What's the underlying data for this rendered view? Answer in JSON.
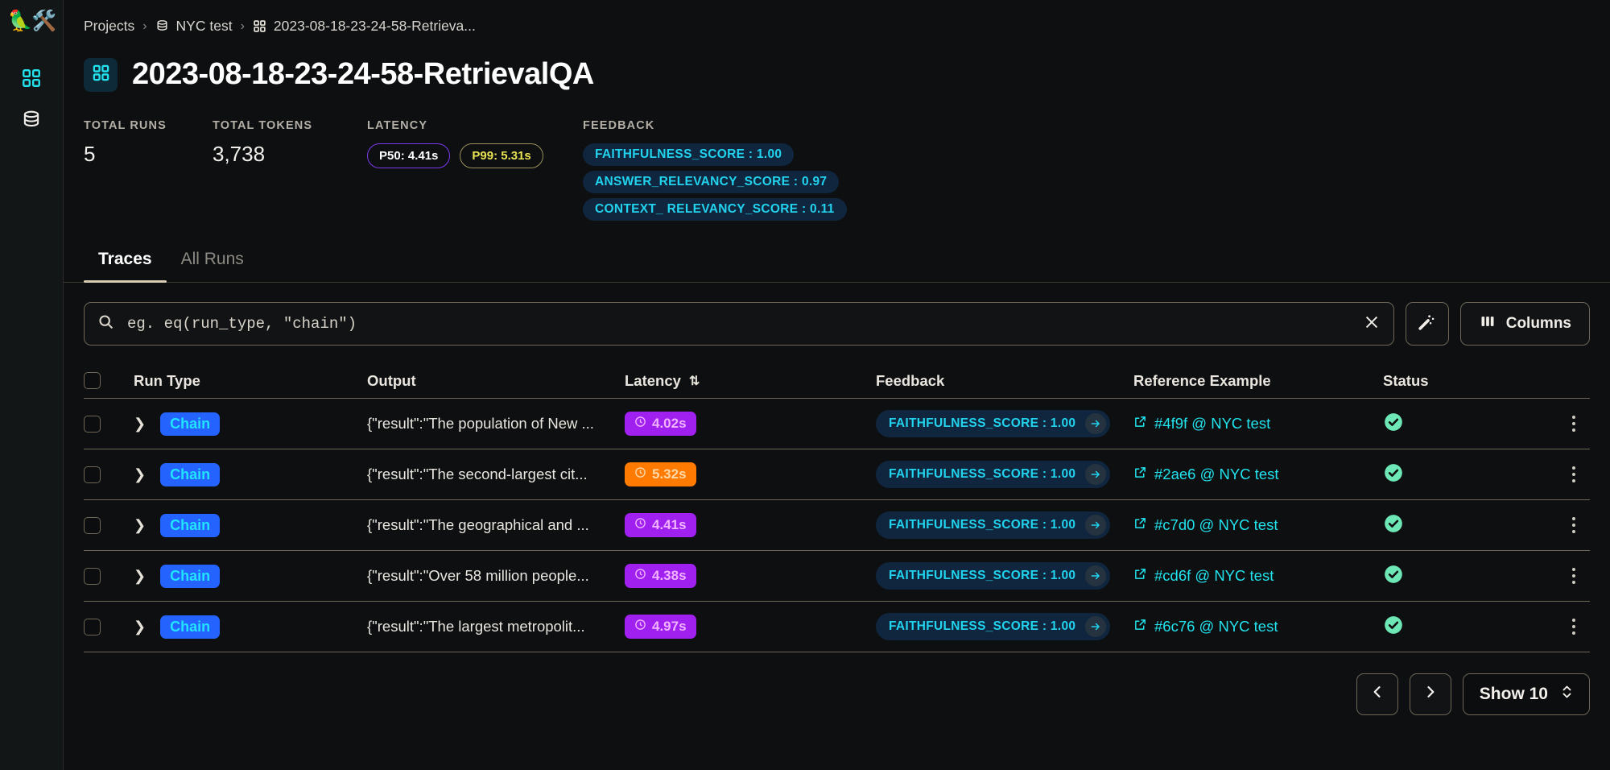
{
  "sidebar": {
    "logo": "🦜🛠️",
    "items": [
      {
        "name": "projects-grid",
        "icon": "grid-icon",
        "active": true
      },
      {
        "name": "datasets",
        "icon": "database-icon",
        "active": false
      }
    ]
  },
  "breadcrumb": {
    "items": [
      {
        "label": "Projects",
        "icon": null
      },
      {
        "label": "NYC test",
        "icon": "database-icon"
      },
      {
        "label": "2023-08-18-23-24-58-Retrieva...",
        "icon": "grid-icon"
      }
    ],
    "separator": "›"
  },
  "header": {
    "icon": "grid-icon",
    "title": "2023-08-18-23-24-58-RetrievalQA"
  },
  "stats": {
    "total_runs": {
      "label": "TOTAL RUNS",
      "value": "5"
    },
    "total_tokens": {
      "label": "TOTAL TOKENS",
      "value": "3,738"
    },
    "latency": {
      "label": "LATENCY",
      "p50": "P50: 4.41s",
      "p99": "P99: 5.31s"
    },
    "feedback": {
      "label": "FEEDBACK",
      "badges": [
        "FAITHFULNESS_SCORE : 1.00",
        "ANSWER_RELEVANCY_SCORE : 0.97",
        "CONTEXT_ RELEVANCY_SCORE : 0.11"
      ]
    }
  },
  "tabs": [
    {
      "label": "Traces",
      "active": true
    },
    {
      "label": "All Runs",
      "active": false
    }
  ],
  "search": {
    "placeholder": "eg. eq(run_type, \"chain\")",
    "value": "",
    "clear_label": "✕",
    "magic_icon": "magic-wand-icon",
    "columns_label": "Columns"
  },
  "table": {
    "columns": [
      "Run Type",
      "Output",
      "Latency",
      "Feedback",
      "Reference Example",
      "Status"
    ],
    "sort_indicator": "⇅",
    "rows": [
      {
        "run_type": "Chain",
        "output": "{\"result\":\"The population of New ...",
        "latency": "4.02s",
        "latency_color": "#a020f0",
        "latency_text_color": "#f0b3ff",
        "feedback": "FAITHFULNESS_SCORE : 1.00",
        "reference": "#4f9f @ NYC test",
        "status": "success"
      },
      {
        "run_type": "Chain",
        "output": "{\"result\":\"The second-largest cit...",
        "latency": "5.32s",
        "latency_color": "#ff7a00",
        "latency_text_color": "#ffd9a8",
        "feedback": "FAITHFULNESS_SCORE : 1.00",
        "reference": "#2ae6 @ NYC test",
        "status": "success"
      },
      {
        "run_type": "Chain",
        "output": "{\"result\":\"The geographical and ...",
        "latency": "4.41s",
        "latency_color": "#a020f0",
        "latency_text_color": "#f0b3ff",
        "feedback": "FAITHFULNESS_SCORE : 1.00",
        "reference": "#c7d0 @ NYC test",
        "status": "success"
      },
      {
        "run_type": "Chain",
        "output": "{\"result\":\"Over 58 million people...",
        "latency": "4.38s",
        "latency_color": "#a020f0",
        "latency_text_color": "#f0b3ff",
        "feedback": "FAITHFULNESS_SCORE : 1.00",
        "reference": "#cd6f @ NYC test",
        "status": "success"
      },
      {
        "run_type": "Chain",
        "output": "{\"result\":\"The largest metropolit...",
        "latency": "4.97s",
        "latency_color": "#a020f0",
        "latency_text_color": "#f0b3ff",
        "feedback": "FAITHFULNESS_SCORE : 1.00",
        "reference": "#6c76 @ NYC test",
        "status": "success"
      }
    ]
  },
  "pagination": {
    "prev_label": "‹",
    "next_label": "›",
    "show_label": "Show 10"
  },
  "colors": {
    "accent_cyan": "#22d3ee",
    "chain_blue": "#2563ff",
    "border": "#6d6758",
    "bg": "#0d0f10"
  }
}
